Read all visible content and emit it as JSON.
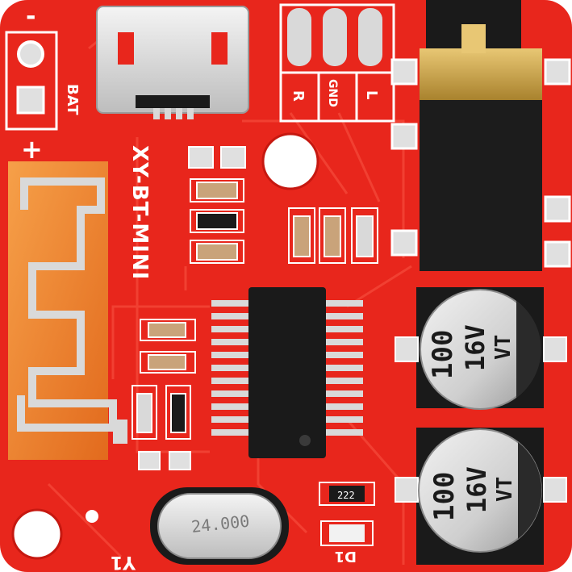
{
  "board": {
    "model_label": "XY-BT-MINI",
    "battery_label": "BAT",
    "battery_minus": "-",
    "battery_plus": "+",
    "audio_pins": {
      "right": "R",
      "ground": "GND",
      "left": "L"
    },
    "crystal_ref": "Y1",
    "crystal_marking": "24.000",
    "led_ref": "D1",
    "resistor_marking": "222",
    "capacitor_top": {
      "capacitance": "100",
      "voltage": "16V",
      "series": "VT"
    },
    "capacitor_bottom": {
      "capacitance": "100",
      "voltage": "16V",
      "series": "VT"
    }
  },
  "colors": {
    "pcb": "#e8261c",
    "pcb_dark": "#c61810",
    "trace": "#f23a2a",
    "silk": "#ffffff",
    "antenna_copper": "#f08a2e",
    "pad_silver": "#d9d9d9",
    "ic_body": "#1a1a1a",
    "gold": "#c9a24a",
    "cap_silver": "#cfcfcf"
  }
}
